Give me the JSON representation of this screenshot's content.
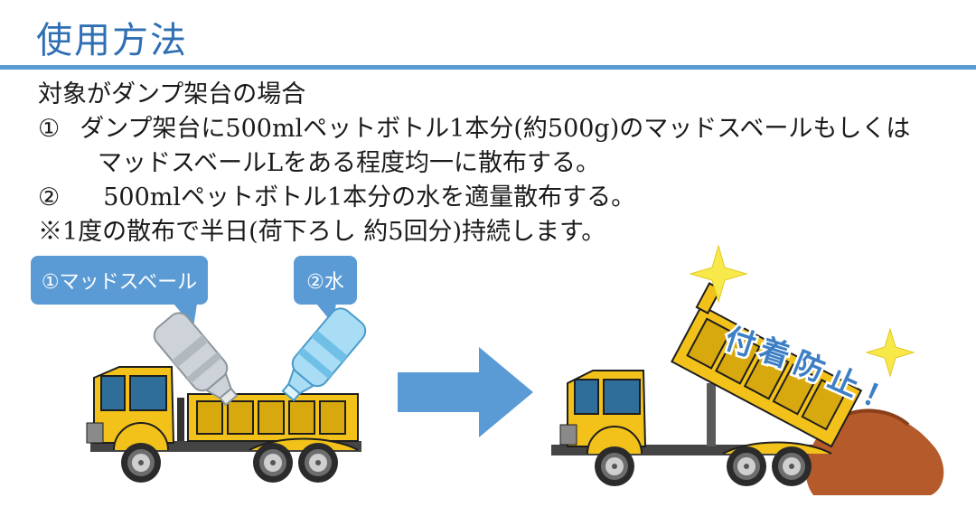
{
  "page": {
    "title": "使用方法"
  },
  "instructions": {
    "target": "対象がダンプ架台の場合",
    "step1_marker": "①",
    "step1_line1": "ダンプ架台に500mlペットボトル1本分(約500g)のマッドスベールもしくは",
    "step1_line2": "マッドスベールLをある程度均一に散布する。",
    "step2_marker": "②",
    "step2_text": "500mlペットボトル1本分の水を適量散布する。",
    "note": "※1度の散布で半日(荷下ろし 約5回分)持続します。"
  },
  "illustration": {
    "callout_mud": "①マッドスベール",
    "callout_water": "②水",
    "sticker_chars": [
      "付",
      "着",
      "防",
      "止",
      "！"
    ]
  },
  "colors": {
    "accent": "#5b9bd5",
    "title": "#2f6fb3",
    "truck_yellow": "#f2c21b",
    "mud": "#b55a2a",
    "sparkle": "#f7e94a"
  },
  "icons": [
    "bottle-icon",
    "water-bottle-icon",
    "arrow-right-icon",
    "sparkle-icon",
    "dump-truck-icon"
  ]
}
